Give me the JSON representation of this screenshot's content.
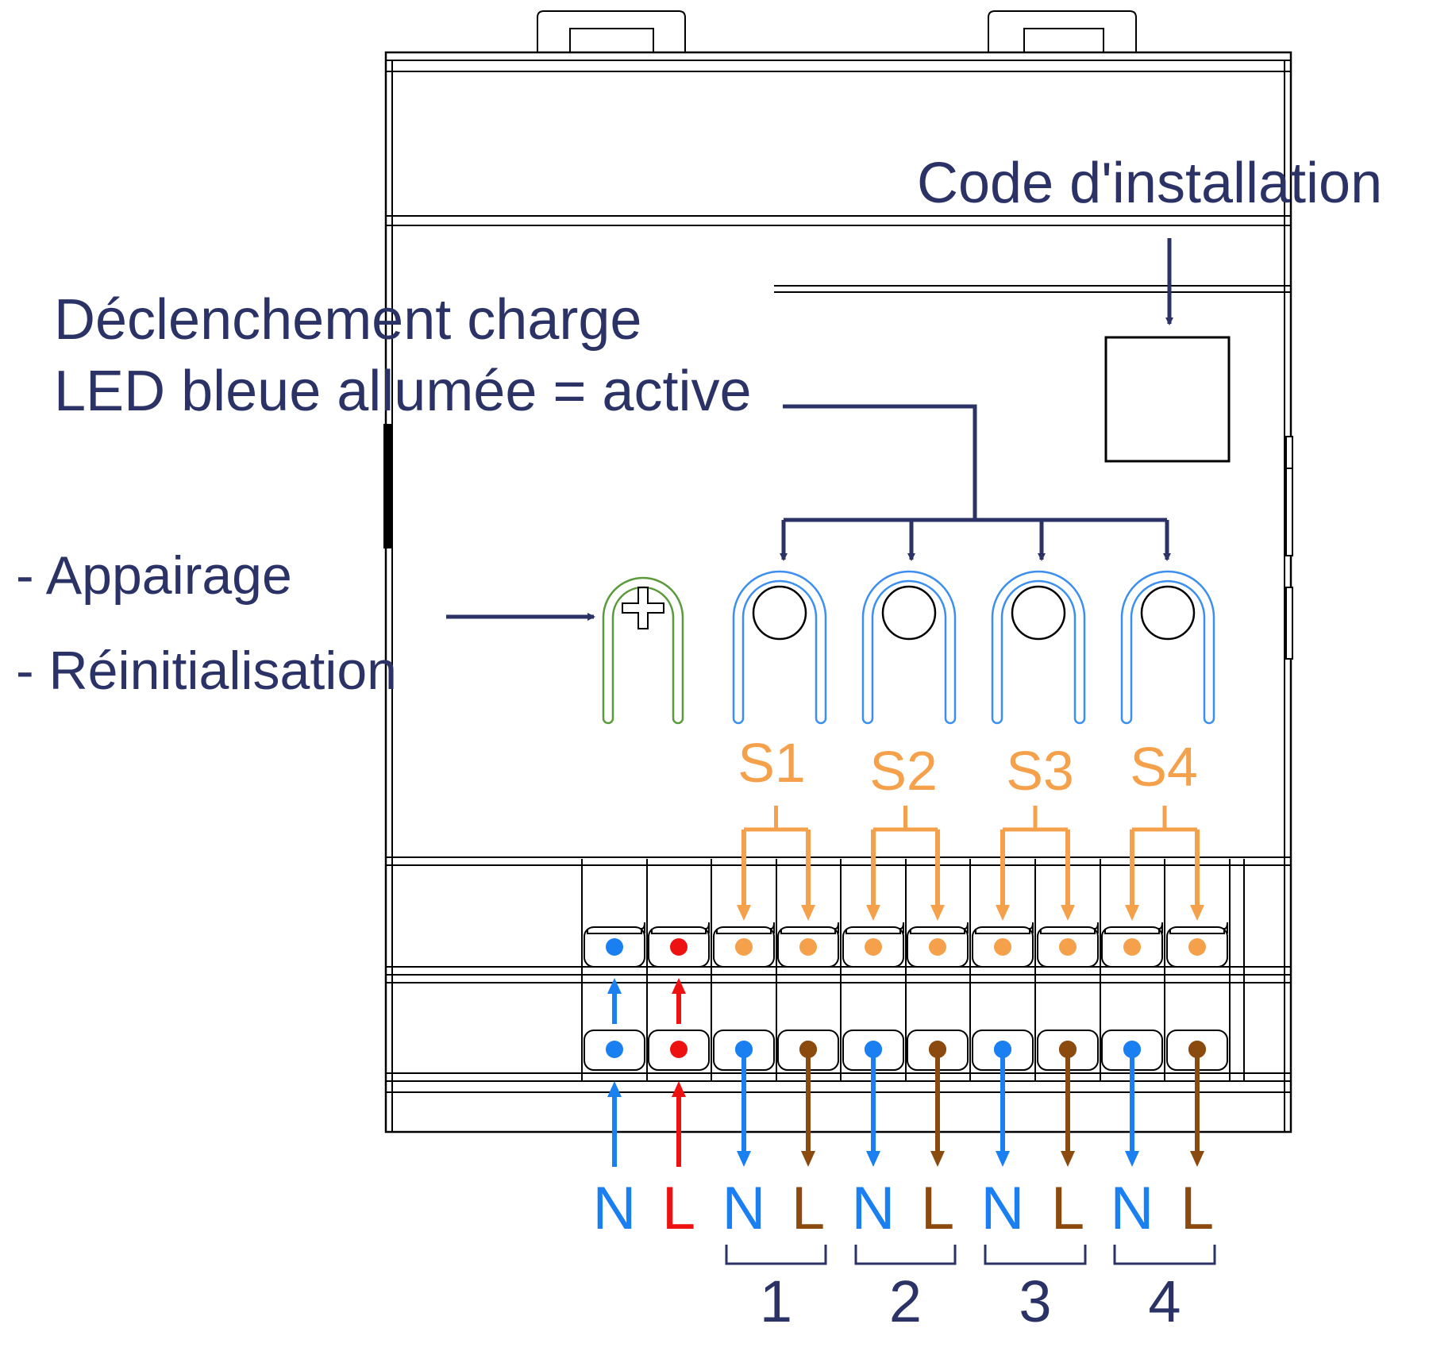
{
  "labels": {
    "installation_code": "Code d'installation",
    "trigger_line1": "Déclenchement charge",
    "trigger_line2": "LED bleue allumée = active",
    "pairing": "- Appairage",
    "reset": "- Réinitialisation"
  },
  "outputs": [
    {
      "label": "S1",
      "group": "1"
    },
    {
      "label": "S2",
      "group": "2"
    },
    {
      "label": "S3",
      "group": "3"
    },
    {
      "label": "S4",
      "group": "4"
    }
  ],
  "terminals_bottom": [
    "N",
    "L",
    "N",
    "L",
    "N",
    "L",
    "N",
    "L",
    "N",
    "L"
  ],
  "colors": {
    "navy": "#2b3366",
    "neutral_blue": "#1a7ff0",
    "live_red": "#ee1111",
    "output_orange": "#f5a04a",
    "load_brown": "#8b4a0e",
    "pairing_green": "#5a9a3a",
    "led_blue": "#3a8ff0"
  }
}
